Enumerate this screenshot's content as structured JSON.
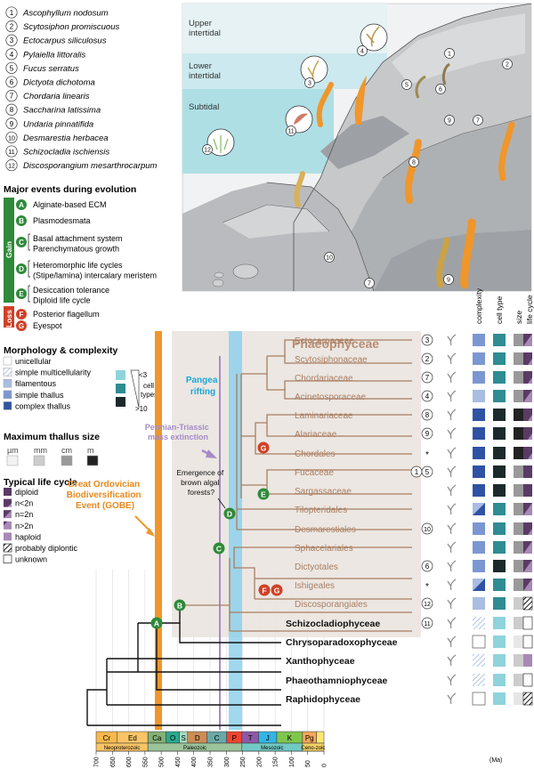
{
  "species": [
    {
      "num": "1",
      "name": "Ascophyllum nodosum"
    },
    {
      "num": "2",
      "name": "Scytosiphon promiscuous"
    },
    {
      "num": "3",
      "name": "Ectocarpus siliculosus"
    },
    {
      "num": "4",
      "name": "Pylaiella littoralis"
    },
    {
      "num": "5",
      "name": "Fucus serratus"
    },
    {
      "num": "6",
      "name": "Dictyota dichotoma"
    },
    {
      "num": "7",
      "name": "Chordaria linearis"
    },
    {
      "num": "8",
      "name": "Saccharina latissima"
    },
    {
      "num": "9",
      "name": "Undaria pinnatifida"
    },
    {
      "num": "10",
      "name": "Desmarestia herbacea"
    },
    {
      "num": "11",
      "name": "Schizocladia ischiensis"
    },
    {
      "num": "12",
      "name": "Discosporangium mesarthrocarpum"
    }
  ],
  "zones": {
    "upper": "Upper intertidal",
    "lower": "Lower intertidal",
    "subtidal": "Subtidal"
  },
  "events": {
    "title": "Major events during evolution",
    "gain_label": "Gain",
    "loss_label": "Loss",
    "gain": [
      {
        "letter": "A",
        "lines": [
          "Alginate-based ECM"
        ]
      },
      {
        "letter": "B",
        "lines": [
          "Plasmodesmata"
        ]
      },
      {
        "letter": "C",
        "lines": [
          "Basal attachment system",
          "Parenchymatous growth"
        ]
      },
      {
        "letter": "D",
        "lines": [
          "Heteromorphic life cycles",
          "(Stipe/lamina) intercalary meristem"
        ]
      },
      {
        "letter": "E",
        "lines": [
          "Desiccation tolerance",
          "Diploid life cycle"
        ]
      }
    ],
    "loss": [
      {
        "letter": "F",
        "lines": [
          "Posterior flagellum"
        ]
      },
      {
        "letter": "G",
        "lines": [
          "Eyespot"
        ]
      }
    ]
  },
  "morphology": {
    "title": "Morphology & complexity",
    "items": [
      {
        "label": "unicellular",
        "color": "#ffffff"
      },
      {
        "label": "simple multicellularity",
        "color": "#c9d4ea"
      },
      {
        "label": "filamentous",
        "color": "#a9bde3"
      },
      {
        "label": "simple thallus",
        "color": "#7b97d2"
      },
      {
        "label": "complex thallus",
        "color": "#2f52a4"
      }
    ]
  },
  "celltype": {
    "labels": [
      "<3",
      "cell",
      "types",
      ">10"
    ],
    "colors": [
      "#8fd3dc",
      "#2e8c92",
      "#1c2a2b"
    ]
  },
  "size": {
    "title": "Maximum thallus size",
    "units": [
      "µm",
      "mm",
      "cm",
      "m"
    ],
    "colors": [
      "#f2f2f2",
      "#cccccc",
      "#999999",
      "#222222"
    ]
  },
  "lifecycle": {
    "title": "Typical life cycle",
    "items": [
      {
        "label": "diploid",
        "kind": "diploid"
      },
      {
        "label": "n<2n",
        "kind": "nlt"
      },
      {
        "label": "n=2n",
        "kind": "neq"
      },
      {
        "label": "n>2n",
        "kind": "ngt"
      },
      {
        "label": "haploid",
        "kind": "haploid"
      },
      {
        "label": "probably diplontic",
        "kind": "hatch"
      },
      {
        "label": "unknown",
        "kind": "unknown"
      }
    ]
  },
  "annotations": {
    "gobe": [
      "Great Ordovician",
      "Biodiversification",
      "Event (GOBE)"
    ],
    "pangea": [
      "Pangea",
      "rifting"
    ],
    "pt": [
      "Permian-Triassic",
      "mass extinction"
    ],
    "forests": [
      "Emergence of",
      "brown algal",
      "forests?"
    ],
    "phaeo": "Phaeophyceae"
  },
  "columns": [
    "complexity",
    "cell type",
    "size",
    "life cycle"
  ],
  "taxa": [
    {
      "name": "Ectocarpaceae",
      "ref": "3",
      "cx": "simple",
      "ct": "mid",
      "sz": "#999999",
      "lc": "neq"
    },
    {
      "name": "Scytosiphonaceae",
      "ref": "2",
      "cx": "simple",
      "ct": "mid",
      "sz": "#999999",
      "lc": "nlt"
    },
    {
      "name": "Chordariaceae",
      "ref": "7",
      "cx": "simple",
      "ct": "mid",
      "sz": "#999999",
      "lc": "nlt"
    },
    {
      "name": "Acinetosporaceae",
      "ref": "4",
      "cx": "filamentous",
      "ct": "mid",
      "sz": "#999999",
      "lc": "neq"
    },
    {
      "name": "Laminariaceae",
      "ref": "8",
      "cx": "complex",
      "ct": "high",
      "sz": "#222222",
      "lc": "nlt"
    },
    {
      "name": "Alariaceae",
      "ref": "9",
      "cx": "complex",
      "ct": "high",
      "sz": "#222222",
      "lc": "nlt"
    },
    {
      "name": "Chordales",
      "ref": "*",
      "cx": "complex",
      "ct": "high",
      "sz": "#222222",
      "lc": "nlt"
    },
    {
      "name": "Fucaceae",
      "ref": "1 5",
      "cx": "complex",
      "ct": "high",
      "sz": "#999999",
      "lc": "diploid"
    },
    {
      "name": "Sargassaceae",
      "ref": "",
      "cx": "complex",
      "ct": "high",
      "sz": "#999999",
      "lc": "diploid"
    },
    {
      "name": "Tilopteridales",
      "ref": "",
      "cx": "mixed",
      "ct": "mid",
      "sz": "#999999",
      "lc": "neq"
    },
    {
      "name": "Desmarestiales",
      "ref": "10",
      "cx": "simple",
      "ct": "mid",
      "sz": "#999999",
      "lc": "nlt"
    },
    {
      "name": "Sphacelariales",
      "ref": "",
      "cx": "simple",
      "ct": "mid",
      "sz": "#999999",
      "lc": "neq"
    },
    {
      "name": "Dictyotales",
      "ref": "6",
      "cx": "simple",
      "ct": "high",
      "sz": "#999999",
      "lc": "neq"
    },
    {
      "name": "Ishigeales",
      "ref": "*",
      "cx": "mixed",
      "ct": "mid",
      "sz": "#999999",
      "lc": "neq"
    },
    {
      "name": "Discosporangiales",
      "ref": "12",
      "cx": "filamentous",
      "ct": "mid",
      "sz": "#cccccc",
      "lc": "hatch"
    },
    {
      "name": "Schizocladiophyceae",
      "ref": "11",
      "cx": "smc",
      "ct": "low",
      "sz": "#cccccc",
      "lc": "unknown"
    },
    {
      "name": "Chrysoparadoxophyceae",
      "ref": "",
      "cx": "unicellular",
      "ct": "low",
      "sz": "#e6e6e6",
      "lc": "unknown"
    },
    {
      "name": "Xanthophyceae",
      "ref": "",
      "cx": "smc",
      "ct": "low",
      "sz": "#cccccc",
      "lc": "haploid"
    },
    {
      "name": "Phaeothamniophyceae",
      "ref": "",
      "cx": "smc",
      "ct": "low",
      "sz": "#cccccc",
      "lc": "unknown"
    },
    {
      "name": "Raphidophyceae",
      "ref": "",
      "cx": "unicellular",
      "ct": "low",
      "sz": "#e6e6e6",
      "lc": "hatch"
    }
  ],
  "timescale": {
    "periods": [
      {
        "label": "Cr",
        "color": "#f7b84c"
      },
      {
        "label": "Ed",
        "color": "#f9c466"
      },
      {
        "label": "Ca",
        "color": "#85b076"
      },
      {
        "label": "O",
        "color": "#2aa98d"
      },
      {
        "label": "S",
        "color": "#a6dcc0"
      },
      {
        "label": "D",
        "color": "#cc8c54"
      },
      {
        "label": "C",
        "color": "#6aa8a8"
      },
      {
        "label": "P",
        "color": "#ef4531"
      },
      {
        "label": "T",
        "color": "#8e59a7"
      },
      {
        "label": "J",
        "color": "#33b5e5"
      },
      {
        "label": "K",
        "color": "#7fc64e"
      },
      {
        "label": "Pg",
        "color": "#f6a55b"
      }
    ],
    "eras": [
      "Neoproterozoic",
      "Paleozoic",
      "Mesozoic",
      "Ceno-zoic"
    ],
    "ticks": [
      "700",
      "650",
      "600",
      "550",
      "500",
      "450",
      "400",
      "350",
      "300",
      "250",
      "200",
      "150",
      "100",
      "50",
      "0"
    ],
    "unit": "(Ma)"
  }
}
